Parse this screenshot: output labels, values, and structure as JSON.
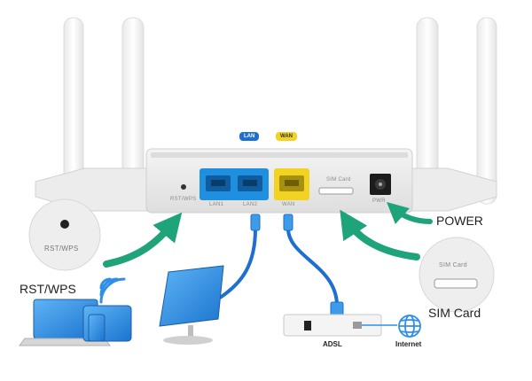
{
  "router": {
    "badge_lan": "LAN",
    "badge_wan": "WAN",
    "port_rst_wps": "RST/WPS",
    "port_lan1": "LAN1",
    "port_lan2": "LAN2",
    "port_wan": "WAN",
    "slot_sim": "SIM Card",
    "port_power": "PWR",
    "color_lan": "#1f8fe0",
    "color_wan": "#f2d322"
  },
  "callouts": {
    "power": "POWER",
    "sim_card": "SIM Card",
    "rst_wps": "RST/WPS",
    "rst_wps_zoom": "RST/WPS",
    "sim_zoom": "SIM Card"
  },
  "modem": {
    "label": "ADSL",
    "internet": "Internet"
  },
  "colors": {
    "arrow": "#1fa37a",
    "cable": "#1f6fd1",
    "device_blue": "#2f8fe6"
  }
}
